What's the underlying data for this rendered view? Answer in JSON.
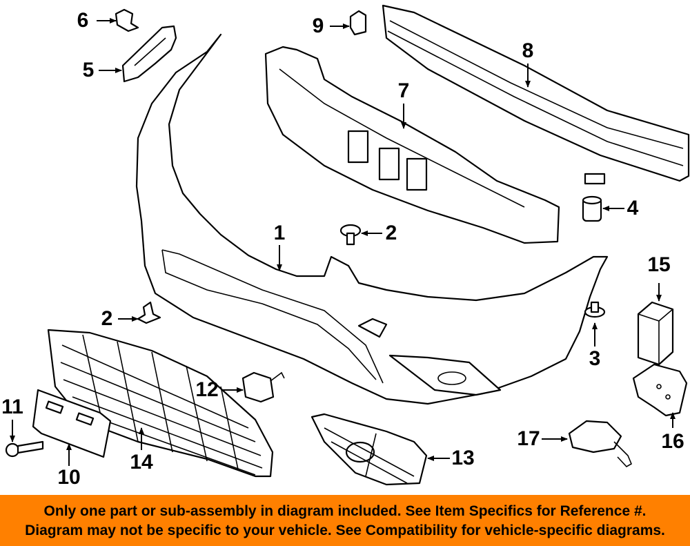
{
  "diagram": {
    "callouts": [
      {
        "id": "c1",
        "label": "1"
      },
      {
        "id": "c2a",
        "label": "2"
      },
      {
        "id": "c2b",
        "label": "2"
      },
      {
        "id": "c3",
        "label": "3"
      },
      {
        "id": "c4",
        "label": "4"
      },
      {
        "id": "c5",
        "label": "5"
      },
      {
        "id": "c6",
        "label": "6"
      },
      {
        "id": "c7",
        "label": "7"
      },
      {
        "id": "c8",
        "label": "8"
      },
      {
        "id": "c9",
        "label": "9"
      },
      {
        "id": "c10",
        "label": "10"
      },
      {
        "id": "c11",
        "label": "11"
      },
      {
        "id": "c12",
        "label": "12"
      },
      {
        "id": "c13",
        "label": "13"
      },
      {
        "id": "c14",
        "label": "14"
      },
      {
        "id": "c15",
        "label": "15"
      },
      {
        "id": "c16",
        "label": "16"
      },
      {
        "id": "c17",
        "label": "17"
      }
    ]
  },
  "footer": {
    "line1": "Only one part or sub-assembly in diagram included. See Item Specifics for Reference #.",
    "line2": "Diagram may not be specific to your vehicle. See Compatibility for vehicle-specific diagrams.",
    "background": "#ff8000"
  }
}
